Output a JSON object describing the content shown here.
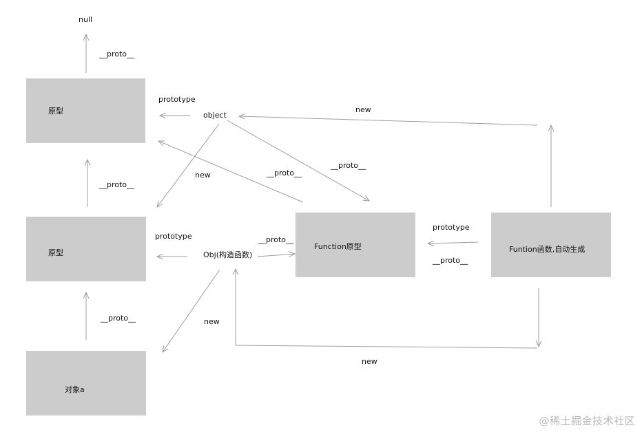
{
  "nodes": {
    "null_text": "null",
    "proto_top": "原型",
    "proto_mid": "原型",
    "object_a": "对象a",
    "object": "object",
    "obj_ctor": "Obj(构造函数)",
    "function_proto": "Function原型",
    "funtion_func": "Funtion函数,自动生成"
  },
  "edges": {
    "proto_top_to_null": "__proto__",
    "proto_mid_to_top": "__proto__",
    "a_to_proto_mid": "__proto__",
    "object_prototype": "prototype",
    "obj_prototype": "prototype",
    "object_new": "new",
    "fproto_proto_to_top": "__proto__",
    "object_proto": "__proto__",
    "obj_proto": "__proto__",
    "func_prototype": "prototype",
    "func_proto": "__proto__",
    "func_new_object": "new",
    "obj_new_a": "new",
    "func_new_obj": "new"
  },
  "colors": {
    "box_fill": "#cccccc",
    "arrow": "#9e9e9e",
    "watermark": "#b9b9b9"
  },
  "watermark": "@稀土掘金技术社区"
}
